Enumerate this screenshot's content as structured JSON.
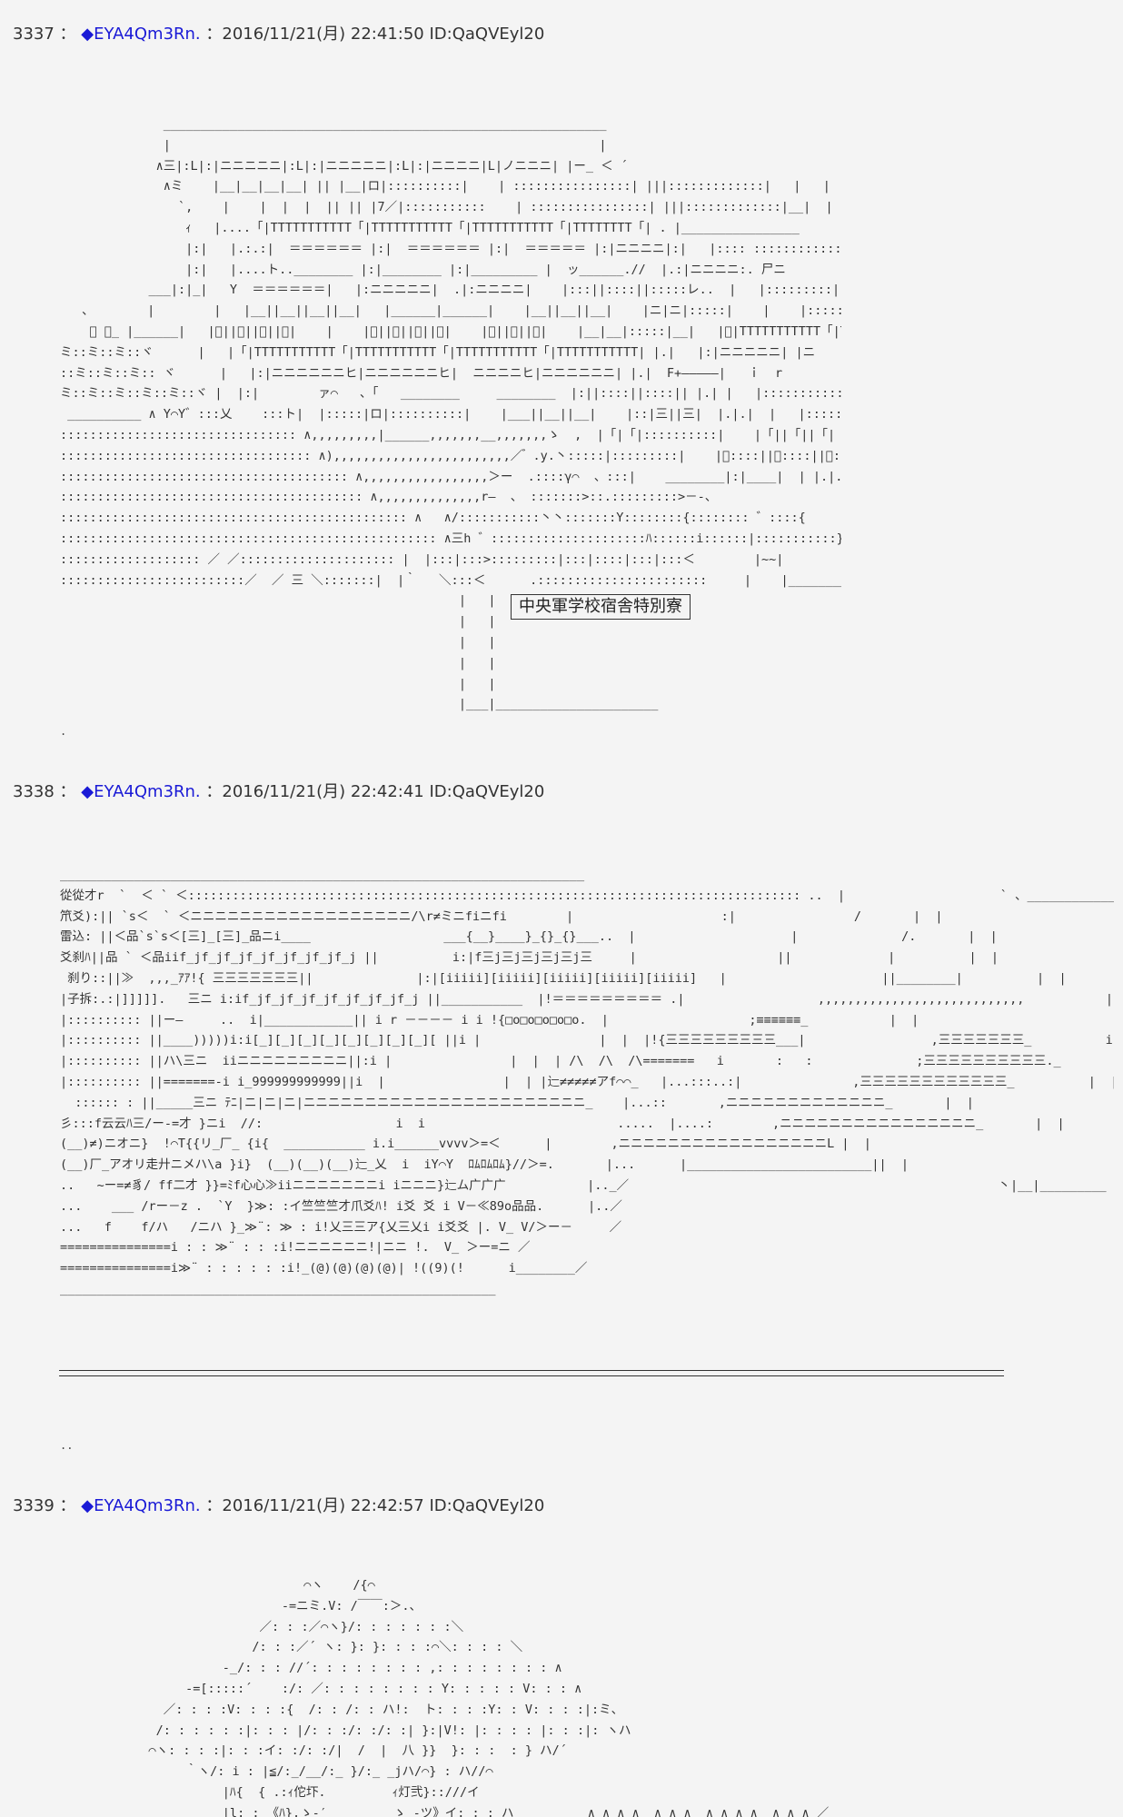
{
  "posts": [
    {
      "number": "3337",
      "sep": "：",
      "diamond": "◆",
      "trip": "EYA4Qm3Rn.",
      "meta": "：2016/11/21(月) 22:41:50 ID:QaQVEyl20",
      "sign": "中央軍学校宿舎特別寮",
      "tail": ".",
      "aa": "              ____________________________________________________________\n              |                                                          |\n             ∧三|:L|:|ニニニニニ|:L|:|ニニニニニ|:L|:|ニニニニ|L|ノニニニ| |ー_ ＜ ´\n              ∧ミ    |__|__|__|__| || |__|ロ|::::::::::|    | ::::::::::::::::| |||:::::::::::::|   |   |\n                `,    |    |  |  |  || || |7／|:::::::::::    | ::::::::::::::::| |||:::::::::::::|__|  |\n                 ｨ   |....「|TTTTTTTTTTT「|TTTTTTTTTTT「|TTTTTTTTTTT「|TTTTTTTT「| . |________________\n                 |:|   |.:.:|  ＝＝＝＝＝＝ |:|  ＝＝＝＝＝＝ |:|  ＝＝＝＝＝ |:|ニニニニ|:|   |:::: :::::::::::::::::::::::::\n                 |:|   |....ト..________ |:|________ |:|_________ |  ッ______.//  |.:|ニニニニ:. 尸ニ\n            ___|:|_|   Y  ＝＝＝＝＝＝|   |:ニニニニニ|  .|:ニニニニ|    |:::||::::||:::::レ..  |   |:::::::::|| ::::::|  |::::::\n   ､        |        |   |__||__||__||__|   |______|______|    |__||__||__|    |ニ|ニ|:::::|    |    |:::::::::|| :::::|  |::::::\n    ゙ 、_ |______|   |「||「||「||「|    |    |「||「||「||「|    |「||「||「|    |__|__|:::::|__|   |「|TTTTTTTTTTT「|TT\nミ::ミ::ミ::ヾ      |   |「|TTTTTTTTTTT「|TTTTTTTTTTT「|TTTTTTTTTTT「|TTTTTTTTTTT| |.|   |:|ニニニニニ| |ニ\n::ミ::ミ::ミ:: ヾ      |   |:|ニニニニニニヒ|ニニニニニニヒ|  ニニニニヒ|ニニニニニニ| |.|  F+―――――|   ｉ  r\nミ::ミ::ミ::ミ::ミ::ヾ |  |:|        ァ⌒   ､「   ________     ________  |:||::::||::::|| |.| |   |:::::::::::::::::::::::|  ｉ  |::\n __________ ∧ Y⌒Y゛:::乂    :::ト|  |:::::|ロ|::::::::::|    |___||__||__|    |::|三||三|  |.|.|  |   |:::::::::::::::::::::::|  |  |::\n:::::::::::::::::::::::::::::::: ∧,,,,,,,,,|______,,,,,,,__,,,,,,,ゝ  ,  |「|「|::::::::::|    |「||「||「|    |::|    ||    |.|.|  |   |:::::::::::::::::::::::|  |  |::\n:::::::::::::::::::::::::::::::::: ∧),,,,,,,,,,,,,,,,,,,,,,,,／ ゙ .y.丶:::::|:::::::::|    |゙::::||゙::::||゙::::|    .|:|    ||    |.|.|.|  |   |___________|  |  |\n::::::::::::::::::::::::::::::::::::::: ∧,,,,,,,,,,,,,,,,,＞ー  .::::γ⌒  、:::|    ________|:|____|  | |.|.|  |        |  |  |\n::::::::::::::::::::::::::::::::::::::::: ∧,,,,,,,,,,,,,,r―  、 :::::::>::.:::::::::>－-、\n::::::::::::::::::::::::::::::::::::::::::::::: ∧   ∧/:::::::::::丶丶:::::::Y::::::::{:::::::: ゛::::{                          ＞\n::::::::::::::::::::::::::::::::::::::::::::::::::: ∧三h ゛:::::::::::::::::::::ﾊ::::::i::::::|:::::::::::}:::::ﾂーノ              ／     ／\n::::::::::::::::::: ／ ／::::::::::::::::::::: |  |:::|:::>:::::::::|:::|::::|:::|:::＜        |~~|                  ／   ／\n:::::::::::::::::::::::::／  ／ 三 ＼:::::::|  |｀   ＼:::＜      .:::::::::::::::::::::::     |    |_____________________\n                                                      |   |\n                                                      |   |\n                                                      |   |\n                                                      |   |\n                                                      |   |\n                                                      |___|______________________"
    },
    {
      "number": "3338",
      "sep": "：",
      "diamond": "◆",
      "trip": "EYA4Qm3Rn.",
      "meta": "：2016/11/21(月) 22:42:41 ID:QaQVEyl20",
      "tail": "..",
      "aa": "_______________________________________________________________________\n從從才r  `  ＜ ` ＜::::::::::::::::::::::::::::::::::::::::::::::::::::::::::::::::::::::::::::::::::: ..  |                     ` 、____________/     |  |\n笊爻):|| `s＜  ` ＜ニニニニニニニニニニニニニニニニニニ/\\r≠ミニfiニfi        |                    :|                /       |  |\n雷込: ||＜品`s`s＜[三]_[三]_品ニi____                  ___{__}____}_{}_{}___..  |                     |              /.       |  |\n爻刹ﾊ||品 ` ＜品iif_jf_jf_jf_jf_jf_jf_jf_j ||          i:|f三j三j三j三j三j三     |                   ||             |          |  |\n 刹り::||≫  ,,,_ｱｱ!{ 三三三三三三三||              |:|[iiiii][iiiii][iiiii][iiiii][iiiii]   |                     ||________|          |  |\n|子拆:.:|]]]]].   三ニ i:if_jf_jf_jf_jf_jf_jf_jf_j ||___________  |!＝＝＝＝＝＝＝＝＝ .|                  ,,,,,,,,,,,,,,,,,,,,,,,,,,,,           |  |\n|:::::::::: ||ー―     ..  i|____________|| i r －－－－ i i !{□o□o□o□o□o.  |                   ;≡≡≡≡≡≡_           |  |\n|:::::::::: ||____)))))i:i[_][_][_][_][_][_][_][_][ ||i |                |  |  |!{三三三三三三三三三___|                 ,三三三三三三三_          i  i\n|:::::::::: ||ハ\\三ニ  iiニニニニニニニニニ||:i |                |  |  | /\\  /\\  /\\=======   i       :   :              ;三三三三三三三三三三._          `|￣|\n|:::::::::: ||=======-i i_999999999999||i  |                |  | |辷≠≠≠≠≠アf⌒⌒_   |...:::..:|               ,三三三三三三三三三三三三_          |  |\n  :::::: : ||_____三ニ ﾃﾆ|ニ|ニ|ニ|ニニニニニニニニニニニニニニニニニニニニニニニ_    |...::       ,ニニニニニニニニニニニニニ_       |  |\n彡:::f云云ﾊ三/ー-=才 }ニi  //:                  i  i                          .....  |....:        ,ニニニニニニニニニニニニニニニニ_       |  |\n(__)≠)ニオニ}  !⌒T{{リ_厂_ {i{  ___________ i.i______vvvv＞=＜      |        ,ニニニニニニニニニニニニニニニニニL |  |\n(__)厂_アオリ走廾ニメハ\\a }i}  (__)(__)(__)辷_乂  i  iY⌒Y  ﾛﾑﾛﾑﾛﾑ}//＞=.       |...      |_________________________||  |\n..   ~ー=≠豸/ ff二才 }}=ﾐf心心≫iiニニニニニニニi iニニニ}辷ム广广广           |.._／                                                  丶|__|_________\n...    ___ /rー－z .  `Y  }≫: :イ竺竺竺才爪爻ﾊ! i爻 爻 i V－≪89o品品.      |..／\n...   f    f/ハ   /ニハ }_≫¨: ≫ : i!乂三三ア{乂三乂i i爻爻 |. V_ V/＞ー－     ／\n===============i : : ≫¨ : : :i!ニニニニニニ!|ニニ !.  V_ ＞ー=ニ ／\n===============i≫¨ : : : : : :i!_(@)(@)(@)(@)| !((9)(!      i________／\n___________________________________________________________"
    },
    {
      "number": "3339",
      "sep": "：",
      "diamond": "◆",
      "trip": "EYA4Qm3Rn.",
      "meta": "：2016/11/21(月) 22:42:57 ID:QaQVEyl20",
      "aa": "                                 ⌒ヽ    /{⌒\n                              -=ニミ.V: /￣￣:＞.、\n                           ／: : :／⌒ヽ}/: : : : : : :＼\n                          /: : :／´ ヽ: }: }: : : :⌒＼: : : : ＼\n                      -_/: : : //´: : : : : : : : ,: : : : : : : : ∧\n                 -=[:::::´    :/: ／: : : : : : : : Y: : : : : V: : : ∧\n              ／: : : :V: : : :{  /: : /: : ハ!:  ト: : : :Y: : V: : : :|:ミ、\n             /: : : : : :|: : : |/: : :/: :/: :| }:|V!: |: : : : |: : :|: ヽハ\n            ⌒ヽ: : : :|: : :イ: :/: :/|  /  |  八 }}  }: : :  : } ハ/´\n                 ｀ヽ/: i : |≦/:_/__/:_ }/:_ _jハ/⌒} : ハ//⌒\n                      |ﾊ{  { .:ｨ佗圷.         ｨ灯弐}::///イ\n                      |l: : 《ﾊ}.ゝ‐′         ゝ ‐ツ》イ: : : ハ          ∧ ∧ ∧ ∧  ∧ ∧ ∧  ∧ ∧ ∧ ∧  ∧ ∧ ∧ ／"
    }
  ]
}
